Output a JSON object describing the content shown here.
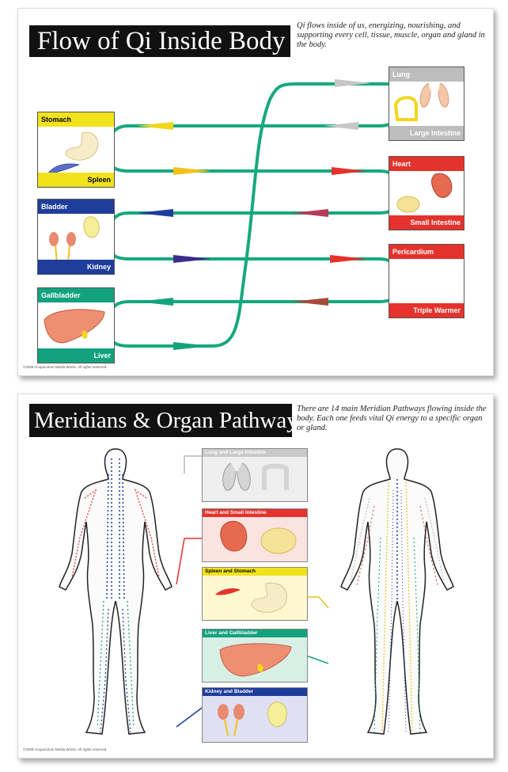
{
  "flow_poster": {
    "title": "Flow of Qi Inside Body",
    "tagline": "Qi flows inside of us, energizing, nourishing, and supporting every cell, tissue, muscle, organ and gland in the body.",
    "copyright": "©2008 Acupuncture Media Works. All rights reserved.",
    "left_organs": [
      {
        "top_label": "Stomach",
        "bottom_label": "Spleen",
        "color": "#f2e21c"
      },
      {
        "top_label": "Bladder",
        "bottom_label": "Kidney",
        "color": "#1f3d9a"
      },
      {
        "top_label": "Gallbladder",
        "bottom_label": "Liver",
        "color": "#13a27e"
      }
    ],
    "right_organs": [
      {
        "top_label": "Lung",
        "bottom_label": "Large Intestine",
        "color": "#bdbdbd"
      },
      {
        "top_label": "Heart",
        "bottom_label": "Small Intestine",
        "color": "#e5322c"
      },
      {
        "top_label": "Pericardium",
        "bottom_label": "Triple Warmer",
        "color": "#e5322c"
      }
    ],
    "flow_color": "#16a97c"
  },
  "meridian_poster": {
    "title": "Meridians & Organ Pathways",
    "tagline": "There are 14 main Meridian Pathways flowing inside the body. Each one feeds vital Qi energy to a specific organ or gland.",
    "copyright": "©2008 Acupuncture Media Works. All rights reserved.",
    "panels": [
      {
        "label": "Lung and Large Intestine",
        "color": "#c9c9c9",
        "bg": "#efefef"
      },
      {
        "label": "Heart and Small Intestine",
        "color": "#e5322c",
        "bg": "#fbe3e0"
      },
      {
        "label": "Spleen and Stomach",
        "color": "#f2e21c",
        "bg": "#fdf8cf"
      },
      {
        "label": "Liver and Gallbladder",
        "color": "#13a27e",
        "bg": "#d8efe5"
      },
      {
        "label": "Kidney and Bladder",
        "color": "#1f3d9a",
        "bg": "#dfe1f2"
      }
    ]
  }
}
